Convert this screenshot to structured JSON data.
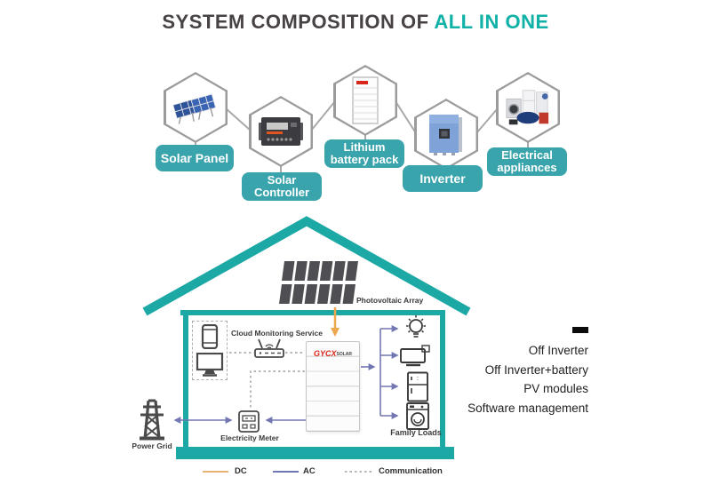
{
  "title": {
    "main": "SYSTEM COMPOSITION OF",
    "accent": "ALL IN ONE"
  },
  "components": [
    {
      "name": "Solar Panel",
      "label_lines": [
        "Solar Panel"
      ]
    },
    {
      "name": "Solar Controller",
      "label_lines": [
        "Solar",
        "Controller"
      ]
    },
    {
      "name": "Lithium battery pack",
      "label_lines": [
        "Lithium",
        "battery pack"
      ]
    },
    {
      "name": "Inverter",
      "label_lines": [
        "Inverter"
      ]
    },
    {
      "name": "Electrical appliances",
      "label_lines": [
        "Electrical",
        "appliances"
      ]
    }
  ],
  "house": {
    "pv_label": "Photovoltaic Array",
    "cloud_label": "Cloud Monitoring Service",
    "meter_label": "Electricity Meter",
    "grid_label": "Power Grid",
    "family_label": "Family Loads",
    "battery": {
      "brand": "GYCX",
      "brand_suffix": "SOLAR"
    }
  },
  "features": [
    "Off Inverter",
    "Off Inverter+battery",
    "PV modules",
    "Software management"
  ],
  "legend": [
    {
      "label": "DC",
      "color": "#e9b277",
      "style": "solid"
    },
    {
      "label": "AC",
      "color": "#7277b2",
      "style": "solid"
    },
    {
      "label": "Communication",
      "color": "#9e9e9e",
      "style": "dashed"
    }
  ],
  "colors": {
    "structure_teal": "#1ca9a5",
    "label_teal": "#3aa4ac",
    "title_accent": "#10b1a6",
    "dc_orange": "#eda74c",
    "ac_purple": "#7277b2",
    "communication_gray": "#9e9e9e",
    "hex_border": "#9b9b9b"
  }
}
